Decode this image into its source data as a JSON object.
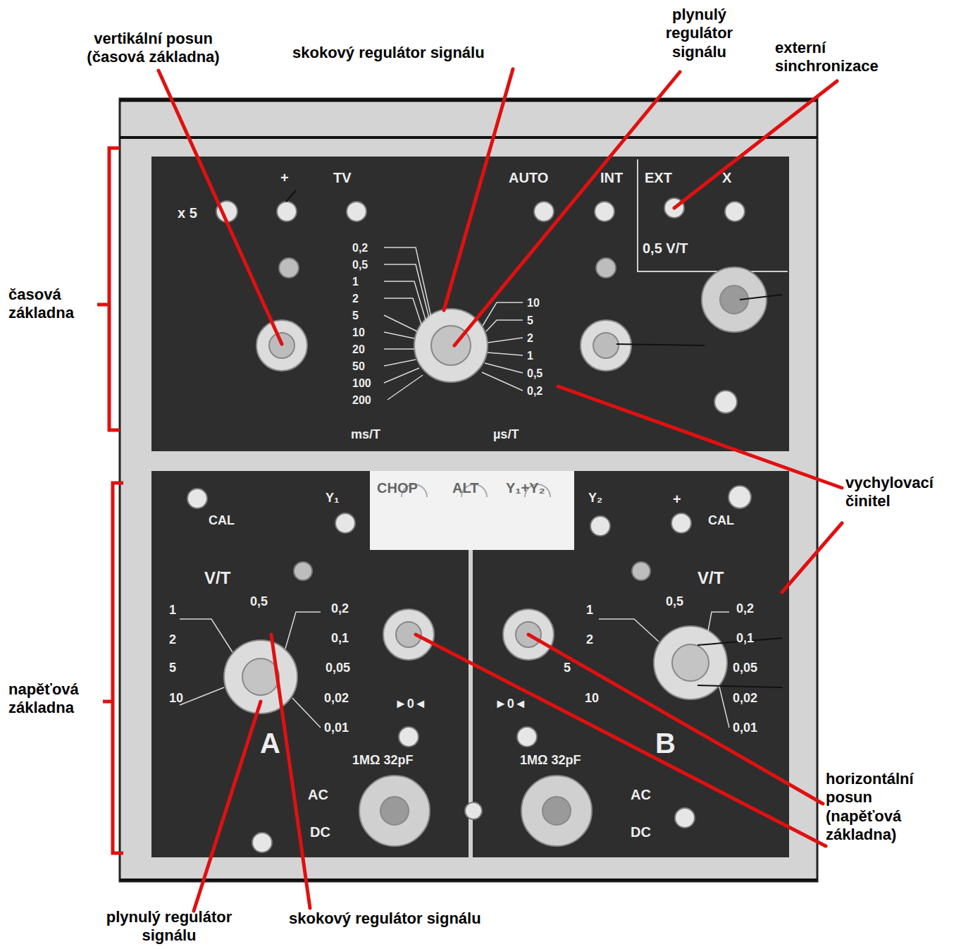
{
  "diagram": {
    "labels": [
      "vertikální posun (časová základna)",
      "skokový regulátor signálu",
      "plynulý regulátor signálu",
      "externí sinchronizace",
      "časová základna",
      "napěťová základna",
      "vychylovací činitel",
      "horizontální posun (napěťová základna)",
      "plynulý regulátor signálu",
      "skokový regulátor signálu",
      "x 5",
      "+",
      "TV",
      "AUTO",
      "INT",
      "EXT",
      "X",
      "0,5 V/T",
      "0,2",
      "0,5",
      "1",
      "2",
      "5",
      "10",
      "20",
      "50",
      "100",
      "200",
      "10",
      "5",
      "2",
      "1",
      "0,5",
      "0,2",
      "ms/T",
      "µs/T",
      "CAL",
      "Y₁",
      "CHOP",
      "ALT",
      "Y₁+Y₂",
      "Y₂",
      "+",
      "CAL",
      "V/T",
      "V/T",
      "1",
      "0,5",
      "0,2",
      "2",
      "0,1",
      "5",
      "0,05",
      "10",
      "0,02",
      "0,01",
      "1",
      "0,5",
      "0,2",
      "2",
      "0,1",
      "5",
      "0,05",
      "10",
      "0,02",
      "0,01",
      "A",
      "B",
      "►0◄",
      "►0◄",
      "1MΩ 32pF",
      "1MΩ 32pF",
      "AC",
      "DC",
      "AC",
      "DC"
    ]
  }
}
